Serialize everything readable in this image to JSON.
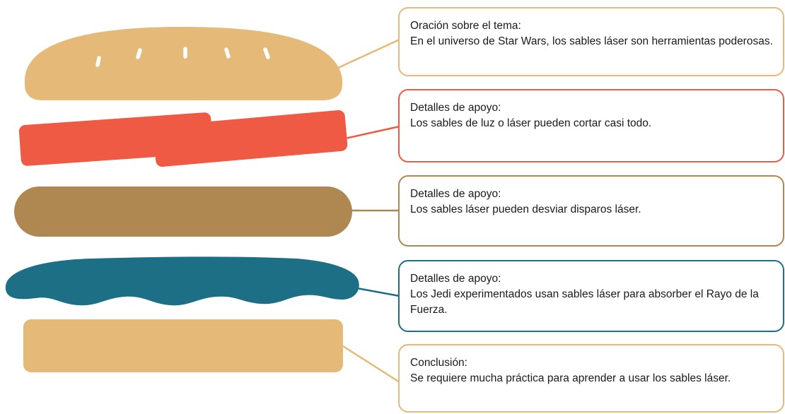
{
  "diagram": {
    "layers": [
      {
        "id": "topic",
        "title": "Oración sobre el tema:",
        "body": "En el universo de Star Wars, los sables láser son herramientas poderosas.",
        "color": "#e5b978",
        "shape": "top-bun"
      },
      {
        "id": "detail-1",
        "title": "Detalles de apoyo:",
        "body": "Los sables de luz o láser pueden cortar casi todo.",
        "color": "#ee5a43",
        "shape": "tomato"
      },
      {
        "id": "detail-2",
        "title": "Detalles de apoyo:",
        "body": "Los sables láser pueden desviar disparos láser.",
        "color": "#ae8850",
        "shape": "patty"
      },
      {
        "id": "detail-3",
        "title": "Detalles de apoyo:",
        "body": "Los Jedi experimentados usan sables láser para absorber el Rayo de la Fuerza.",
        "color": "#1d6f86",
        "shape": "lettuce"
      },
      {
        "id": "conclusion",
        "title": "Conclusión:",
        "body": "Se requiere mucha práctica para aprender a usar los sables láser.",
        "color": "#e5b978",
        "shape": "bottom-bun"
      }
    ]
  }
}
